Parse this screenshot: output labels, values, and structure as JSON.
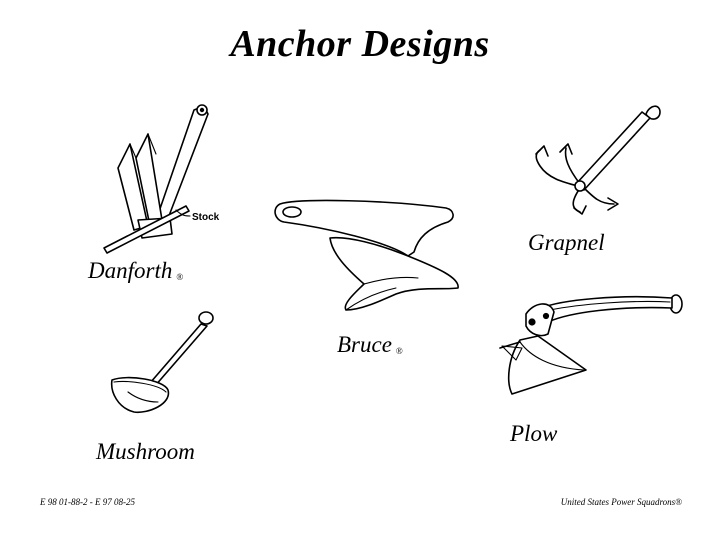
{
  "slide": {
    "title": "Anchor Designs",
    "anchors": [
      {
        "id": "danforth",
        "label": "Danforth",
        "mark": "®",
        "callout": "Stock"
      },
      {
        "id": "bruce",
        "label": "Bruce",
        "mark": "®"
      },
      {
        "id": "grapnel",
        "label": "Grapnel"
      },
      {
        "id": "mushroom",
        "label": "Mushroom"
      },
      {
        "id": "plow",
        "label": "Plow"
      }
    ],
    "footer_left": "E 98 01-88-2  -  E 97 08-25",
    "footer_right": "United States Power Squadrons®"
  }
}
